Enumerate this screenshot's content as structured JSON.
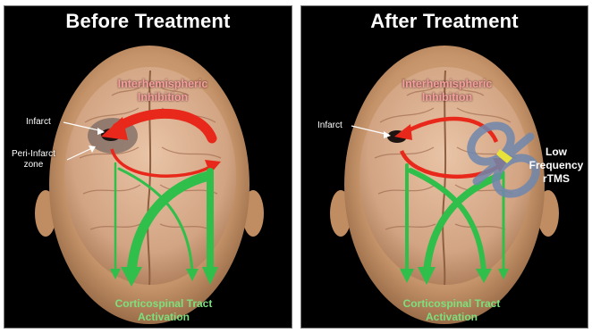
{
  "panels": {
    "left": {
      "title": "Before Treatment",
      "interhemispheric": [
        "Interhemispheric",
        "Inhibition"
      ],
      "infarct": "Infarct",
      "peri_infarct": [
        "Peri-Infarct",
        "zone"
      ],
      "corticospinal": [
        "Corticospinal Tract",
        "Activation"
      ]
    },
    "right": {
      "title": "After Treatment",
      "interhemispheric": [
        "Interhemispheric",
        "Inhibition"
      ],
      "infarct": "Infarct",
      "rtms": [
        "Low",
        "Frequency",
        "rTMS"
      ],
      "corticospinal": [
        "Corticospinal Tract",
        "Activation"
      ]
    }
  },
  "colors": {
    "background": "#000000",
    "inhibition_arrow": "#e8281a",
    "corticospinal_arrow": "#2fbf4a",
    "coil": "#6f87ad",
    "label_pink": "#f4a0a0",
    "label_green": "#7CE07C",
    "skin": "#d3a57c"
  }
}
